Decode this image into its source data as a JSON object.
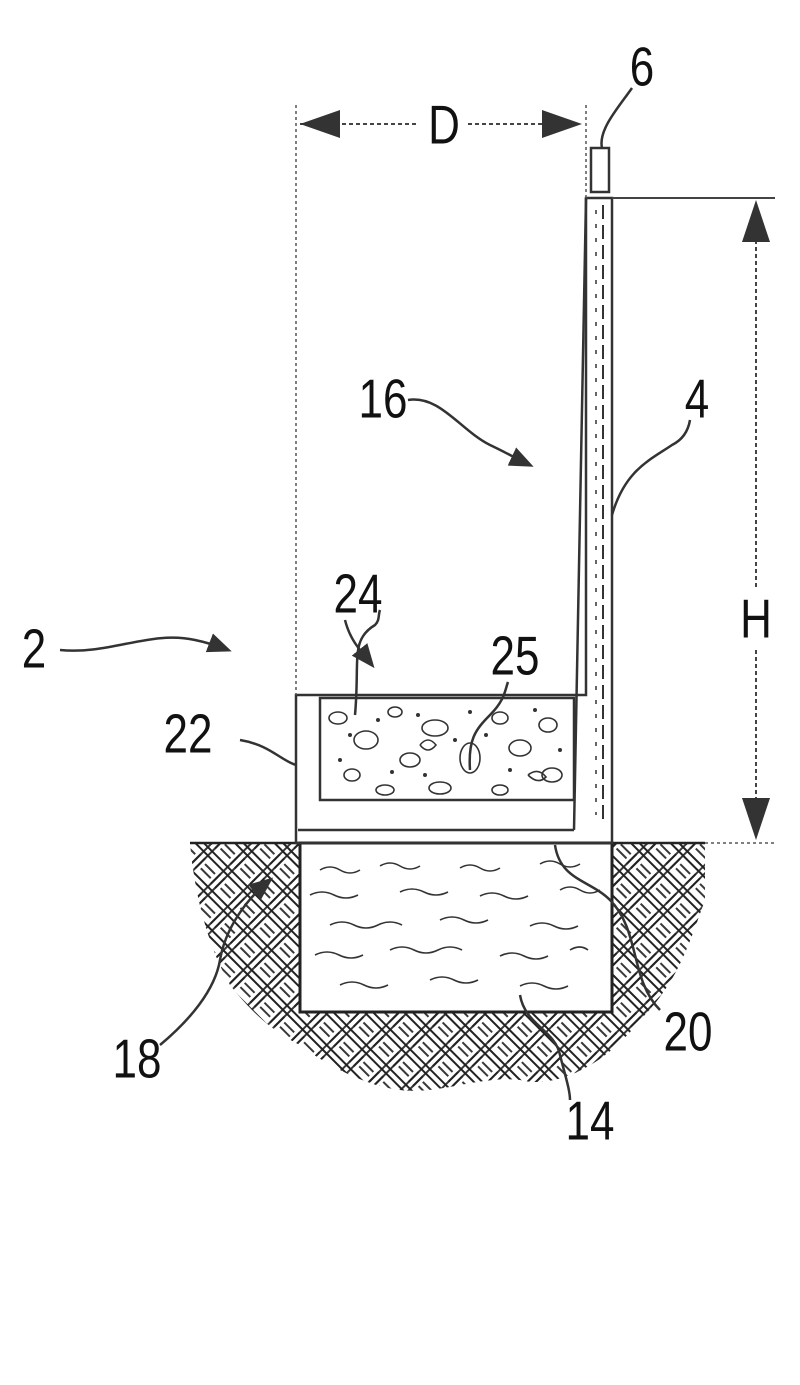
{
  "figure": {
    "labels": {
      "dim_width": "D",
      "dim_height": "H",
      "ref_2": "2",
      "ref_4": "4",
      "ref_6": "6",
      "ref_14": "14",
      "ref_16": "16",
      "ref_18": "18",
      "ref_20": "20",
      "ref_22": "22",
      "ref_24": "24",
      "ref_25": "25"
    }
  },
  "colors": {
    "ink": "#111111",
    "line": "#444444",
    "background": "#ffffff"
  }
}
